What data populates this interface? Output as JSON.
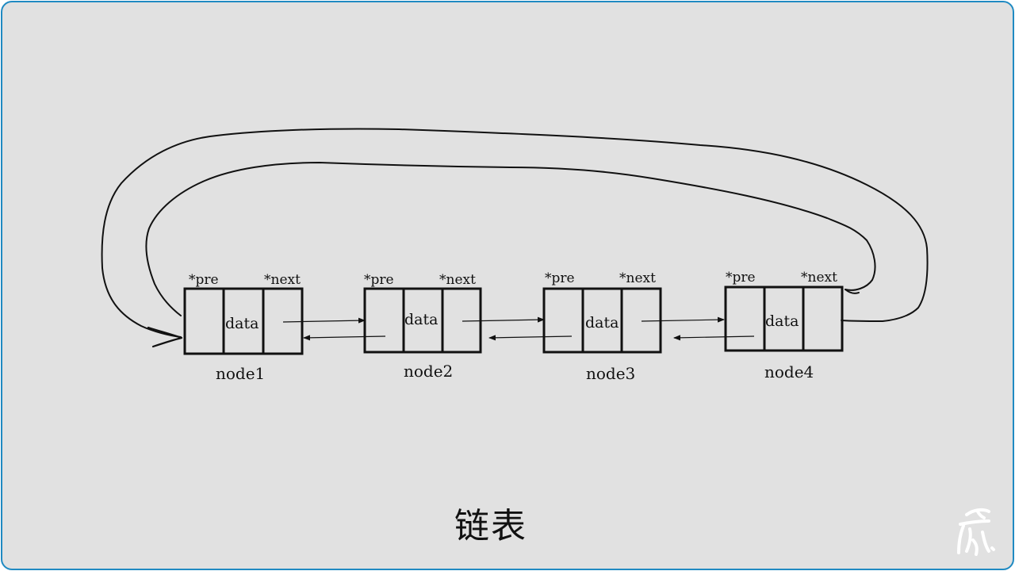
{
  "nodes": [
    {
      "pre_label": "*pre",
      "data_label": "data",
      "next_label": "*next",
      "name": "node1"
    },
    {
      "pre_label": "*pre",
      "data_label": "data",
      "next_label": "*next",
      "name": "node2"
    },
    {
      "pre_label": "*pre",
      "data_label": "data",
      "next_label": "*next",
      "name": "node3"
    },
    {
      "pre_label": "*pre",
      "data_label": "data",
      "next_label": "*next",
      "name": "node4"
    }
  ],
  "caption": "链表",
  "colors": {
    "background": "#e1e1e1",
    "border": "#1f8ac2",
    "ink": "#111111",
    "logo": "#ffffff"
  },
  "logo_icon": "brand-logo-icon"
}
